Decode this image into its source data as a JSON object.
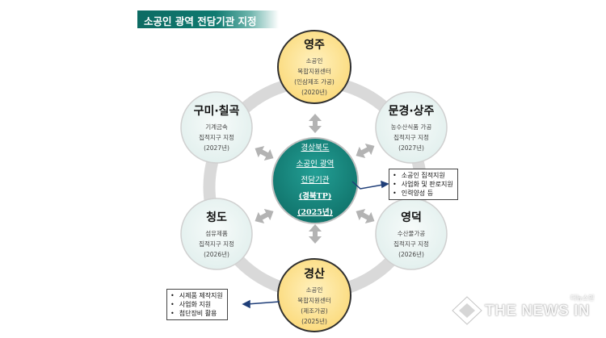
{
  "title": "소공인 광역 전담기관 지정",
  "center": {
    "lines": [
      "경상북도",
      "소공인 광역",
      "전담기관",
      "(경북TP)",
      "(2025년)"
    ]
  },
  "nodes": {
    "yeongju": {
      "name": "영주",
      "lines": [
        "소공인",
        "복합지원센터",
        "(인삼제조 가공)",
        "(2020년)"
      ]
    },
    "mungyeong_sangju": {
      "name": "문경·상주",
      "lines": [
        "농수산식품 가공",
        "집적지구 지정",
        "(2027년)"
      ]
    },
    "yeongdeok": {
      "name": "영덕",
      "lines": [
        "수산물가공",
        "집적지구 지정",
        "(2026년)"
      ]
    },
    "gyeongsan": {
      "name": "경산",
      "lines": [
        "소공인",
        "복합지원센터",
        "(제조가공)",
        "(2025년)"
      ]
    },
    "cheongdo": {
      "name": "청도",
      "lines": [
        "섬유제품",
        "집적지구 지정",
        "(2026년)"
      ]
    },
    "gumi_chilgok": {
      "name": "구미·칠곡",
      "lines": [
        "기계금속",
        "집적지구 지정",
        "(2027년)"
      ]
    }
  },
  "center_callout": [
    "소공인 집적지원",
    "사업화 및 판로지원",
    "인력양성 등"
  ],
  "gyeongsan_callout": [
    "시제품 제작지원",
    "사업화 지원",
    "첨단장비 활용"
  ],
  "watermark": {
    "text": "THE NEWS IN",
    "small": "더뉴스인"
  },
  "colors": {
    "teal": "#17847c",
    "title_bg": "#0d6b63",
    "ring": "#dcdcdc",
    "yellow": "#fde49a",
    "light": "#e9f3f2",
    "navy": "#1f3e78"
  }
}
